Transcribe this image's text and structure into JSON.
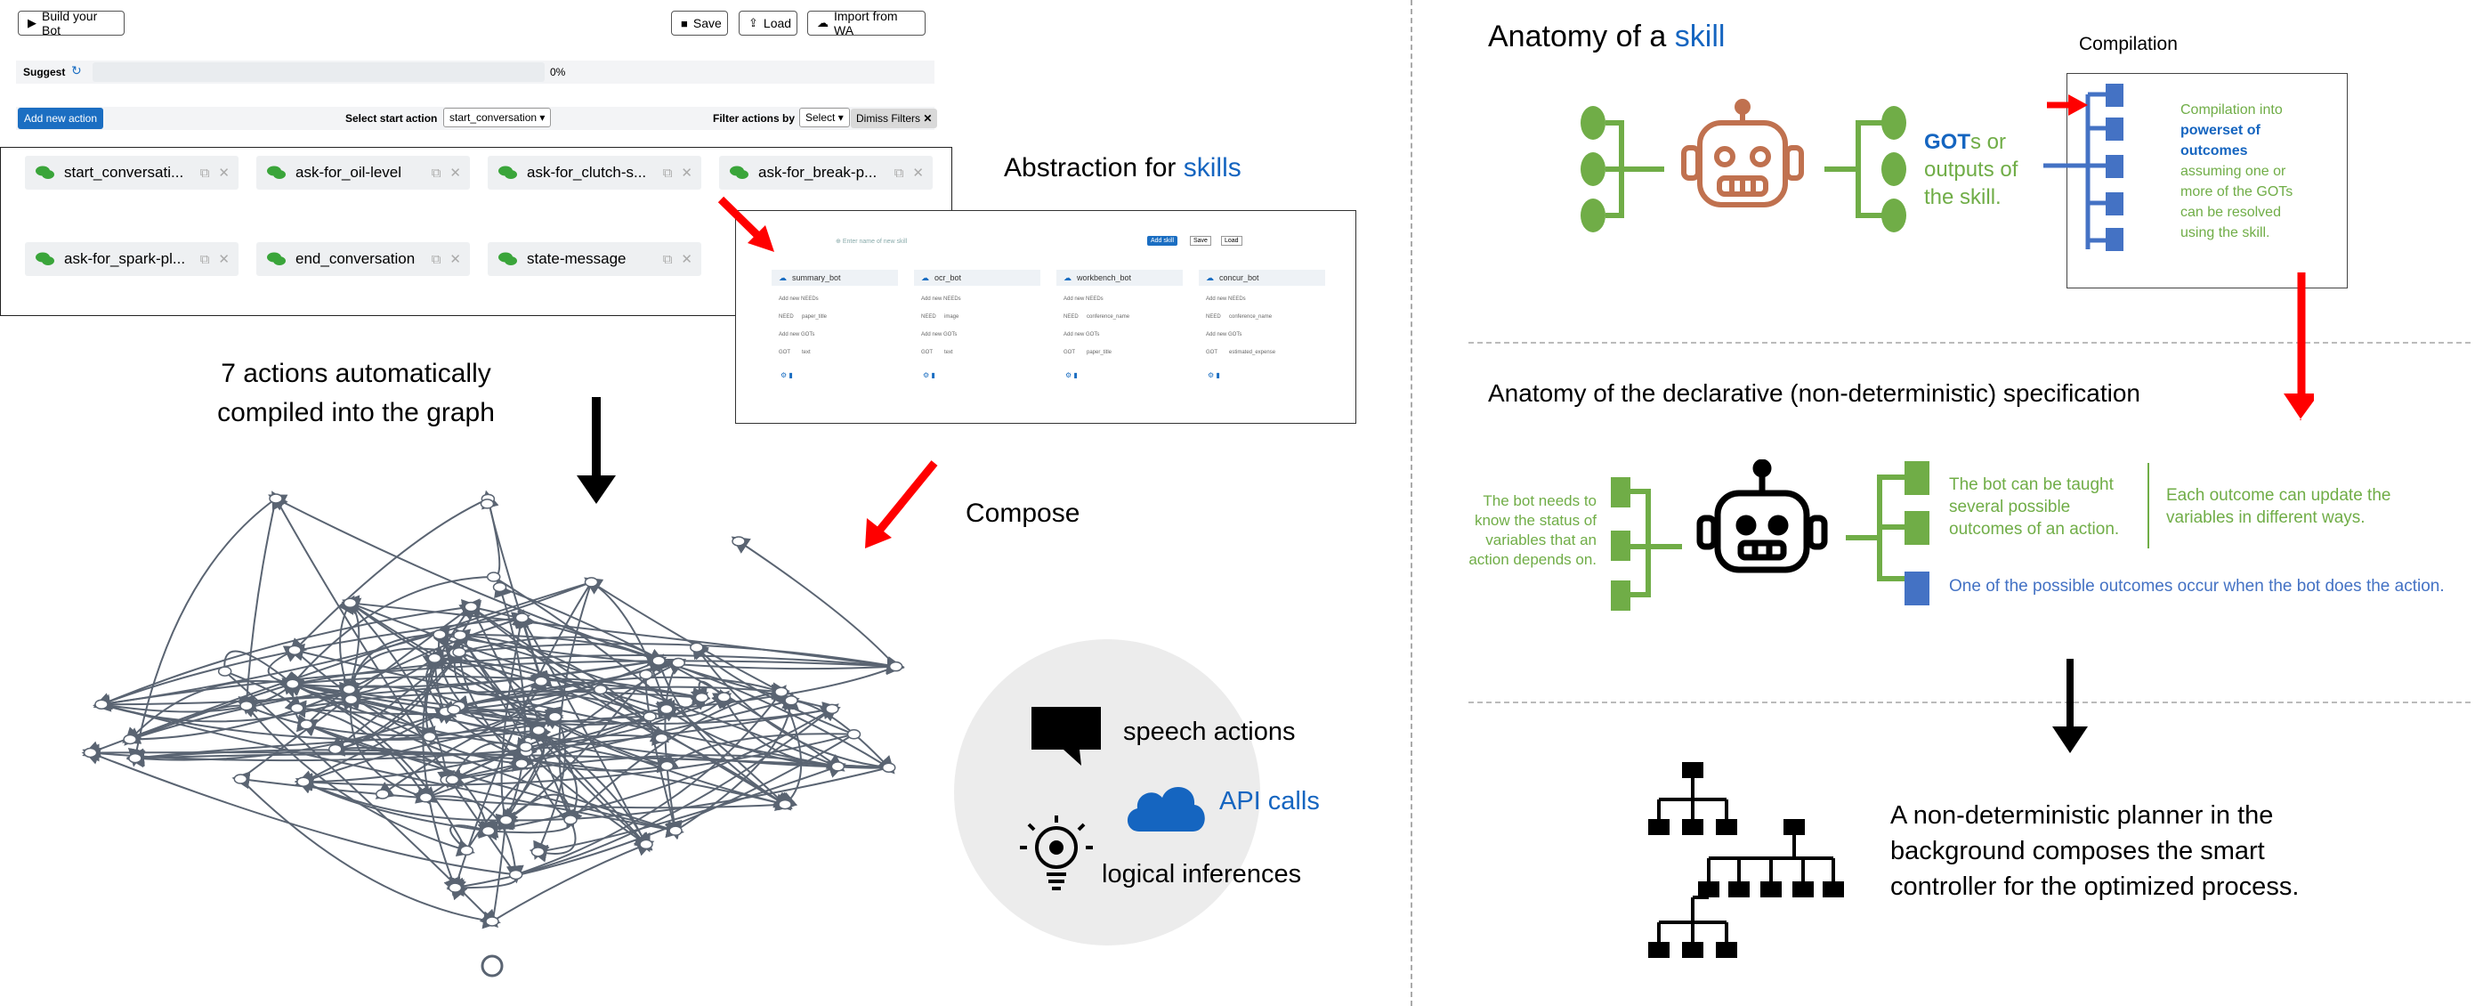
{
  "toolbar": {
    "build_label": "Build your Bot",
    "save_label": "Save",
    "load_label": "Load",
    "import_label": "Import from WA"
  },
  "suggest": {
    "label": "Suggest",
    "percent_text": "0%",
    "progress": 0
  },
  "controls": {
    "add_action_label": "Add new action",
    "start_action_label": "Select start action",
    "start_action_value": "start_conversation",
    "filter_label": "Filter actions by",
    "filter_value": "Select",
    "dismiss_label": "Dimiss Filters"
  },
  "actions": [
    {
      "name": "start_conversati..."
    },
    {
      "name": "ask-for_oil-level"
    },
    {
      "name": "ask-for_clutch-s..."
    },
    {
      "name": "ask-for_break-p..."
    },
    {
      "name": "ask-for_spark-pl..."
    },
    {
      "name": "end_conversation"
    },
    {
      "name": "state-message"
    }
  ],
  "inset": {
    "search_placeholder": "Enter name of new skill",
    "add_label": "Add skill",
    "save_label": "Save",
    "load_label": "Load",
    "columns": [
      {
        "title": "summary_bot",
        "field": "paper_title",
        "got": "text"
      },
      {
        "title": "ocr_bot",
        "field": "image",
        "got": "text"
      },
      {
        "title": "workbench_bot",
        "field": "conference_name",
        "got": "paper_title"
      },
      {
        "title": "concur_bot",
        "field": "conference_name",
        "got": "estimated_expense"
      }
    ],
    "add_needs": "Add new NEEDs",
    "add_gots": "Add new GOTs",
    "needs_tag": "NEED",
    "got_tag": "GOT"
  },
  "left_text": {
    "abstraction_prefix": "Abstraction for ",
    "abstraction_word": "skills",
    "compiled_line1": "7 actions automatically",
    "compiled_line2": "compiled into the graph",
    "compose": "Compose"
  },
  "legend": {
    "speech": "speech actions",
    "api": "API calls",
    "logic": "logical inferences"
  },
  "skill": {
    "title_prefix": "Anatomy of a ",
    "title_word": "skill",
    "gots_word": "GOT",
    "gots_rest_1": "s or",
    "gots_line2": "outputs of",
    "gots_line3": "the skill.",
    "compilation_title": "Compilation",
    "comp_line1": "Compilation into",
    "comp_line2": "powerset of",
    "comp_line3": "outcomes",
    "comp_line4": "assuming one or",
    "comp_line5": "more of the GOTs",
    "comp_line6": "can be resolved",
    "comp_line7": "using the skill."
  },
  "spec": {
    "title": "Anatomy of the declarative (non-deterministic) specification",
    "needs_line1": "The bot needs to",
    "needs_line2": "know the status of",
    "needs_line3": "variables that an",
    "needs_line4": "action depends on.",
    "taught_line1": "The bot can be taught",
    "taught_line2": "several possible",
    "taught_line3": "outcomes of an action.",
    "update_line1": "Each outcome can update the",
    "update_line2": "variables in different ways.",
    "occur": "One of the possible outcomes occur when the bot does the action."
  },
  "planner": {
    "line1": "A non-deterministic planner in the",
    "line2": "background composes the smart",
    "line3": "controller for the optimized process."
  },
  "colors": {
    "green": "#70ad47",
    "blue": "#1565c0",
    "red": "#ff0000",
    "slate": "#5a6472",
    "bot_brown": "#c0714f"
  }
}
